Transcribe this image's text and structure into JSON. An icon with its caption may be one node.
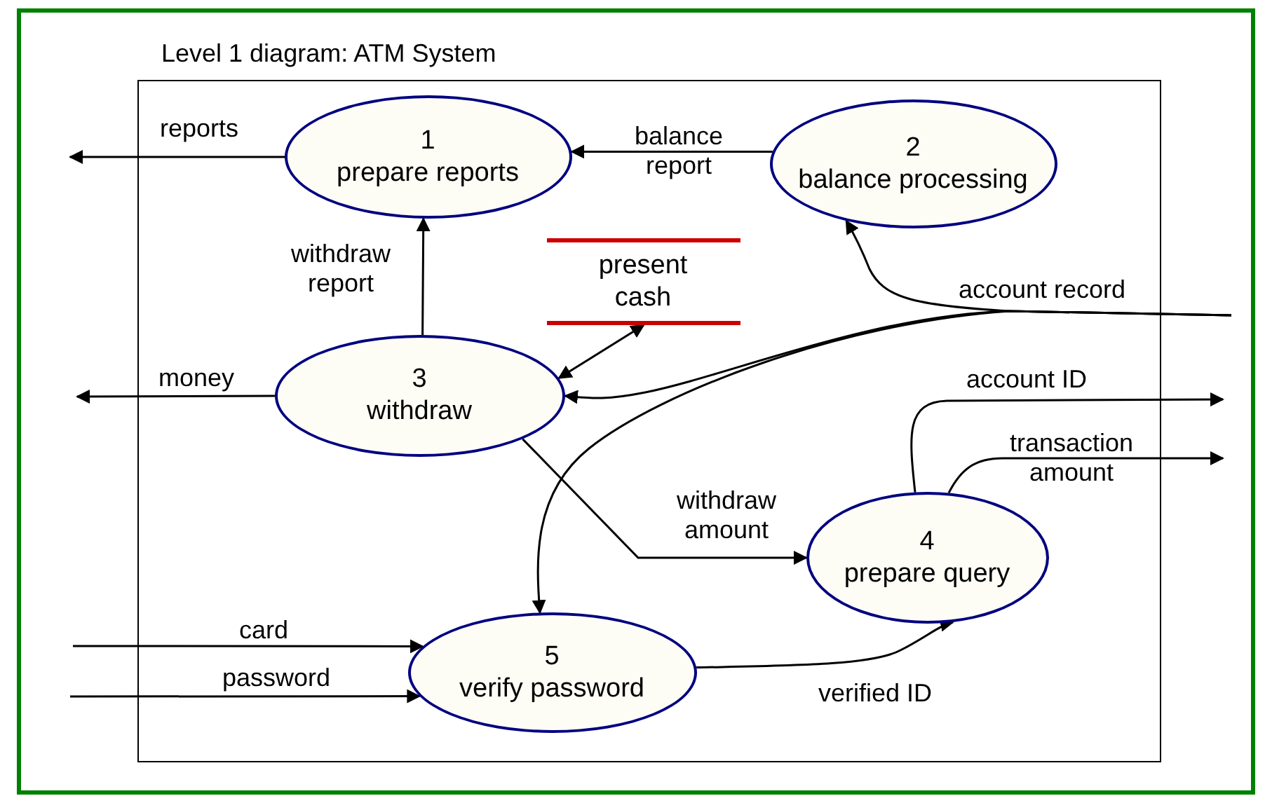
{
  "diagram": {
    "nodes": [
      {
        "text": [
          "Level 1 diagram:  ATM System"
        ]
      },
      {
        "text": [
          "1",
          "prepare reports"
        ],
        "in": 0
      },
      {
        "text": [
          "2",
          "balance processing"
        ],
        "in": 0
      },
      {
        "text": [
          "present cash"
        ],
        "in": 0
      },
      {
        "text": [
          "3",
          "withdraw"
        ],
        "in": 0
      },
      {
        "text": [
          "4",
          "prepare query"
        ],
        "in": 0
      },
      {
        "text": [
          "5",
          "verify password"
        ],
        "in": 0
      }
    ],
    "edges": [
      {
        "from": 1,
        "to": null,
        "arrow": "to",
        "label": "reports"
      },
      {
        "from": 2,
        "to": 1,
        "arrow": "to",
        "label": "balance report"
      },
      {
        "from": 4,
        "to": 1,
        "arrow": "to",
        "label": "withdraw report"
      },
      {
        "from": 4,
        "to": 3,
        "arrow": "both"
      },
      {
        "from": 4,
        "to": null,
        "arrow": "to",
        "label": "money"
      },
      {
        "from": null,
        "to": 2,
        "arrow": "to",
        "label": "account record"
      },
      {
        "from": null,
        "to": 4,
        "arrow": "to"
      },
      {
        "from": null,
        "to": 6,
        "arrow": "to"
      },
      {
        "from": 4,
        "to": 5,
        "arrow": "to",
        "label": "withdraw amount"
      },
      {
        "from": 6,
        "to": 5,
        "arrow": "to",
        "label": "verified ID"
      },
      {
        "from": null,
        "to": 6,
        "arrow": "to",
        "label": "card"
      },
      {
        "from": null,
        "to": 6,
        "arrow": "to",
        "label": "password"
      },
      {
        "from": 5,
        "to": null,
        "arrow": "to",
        "label": "account ID"
      },
      {
        "from": 5,
        "to": null,
        "arrow": "to",
        "label": "transaction amount"
      }
    ]
  }
}
